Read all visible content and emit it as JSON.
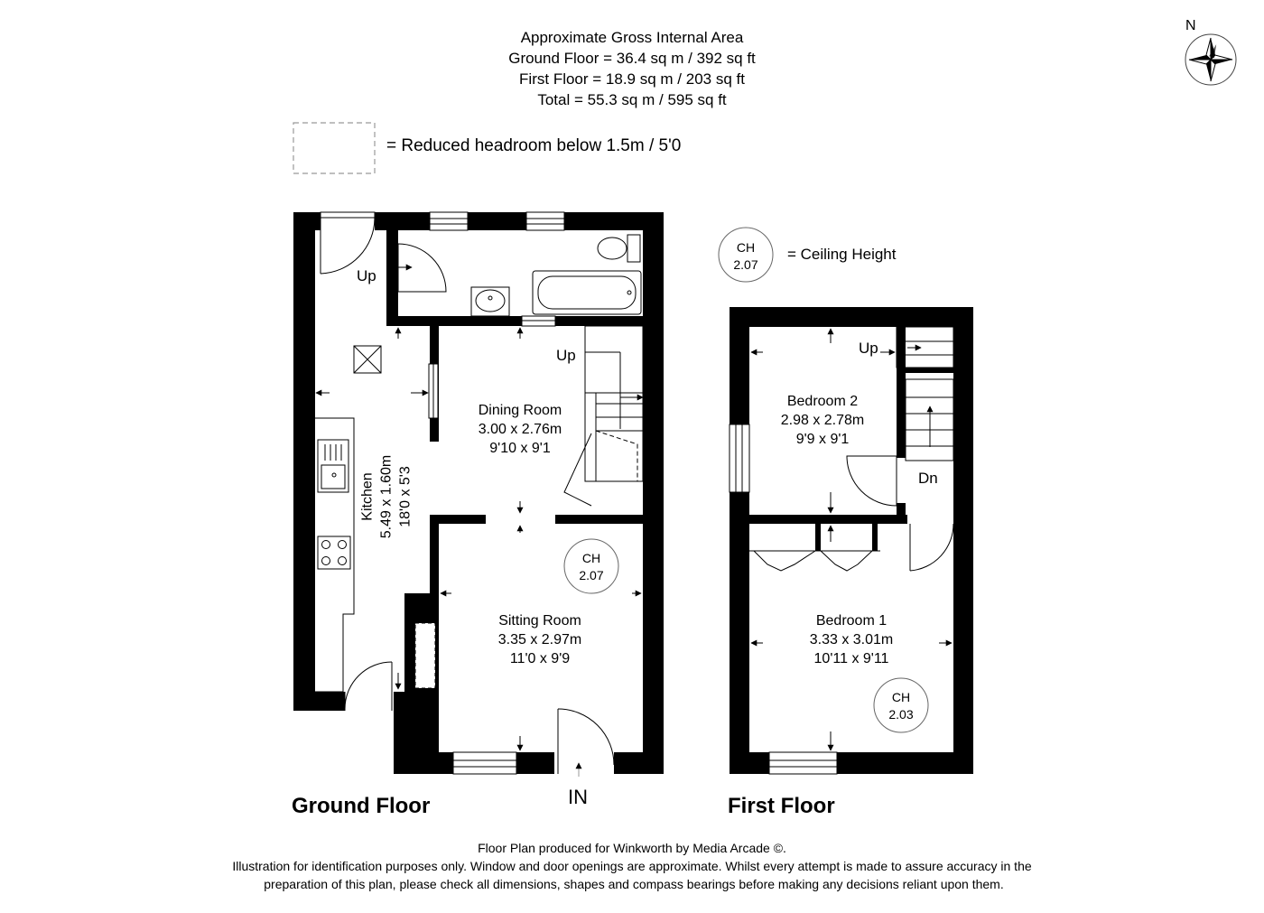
{
  "header": {
    "area_title": "Approximate Gross Internal Area",
    "ground_floor": "Ground Floor = 36.4 sq m / 392 sq ft",
    "first_floor": "First Floor = 18.9 sq m / 203 sq ft",
    "total": "Total = 55.3 sq m / 595 sq ft"
  },
  "legend": {
    "reduced_headroom": "= Reduced headroom below 1.5m / 5'0",
    "ceiling_height": "= Ceiling Height",
    "ch_symbol": "CH",
    "ch_example_value": "2.07"
  },
  "compass": {
    "north": "N"
  },
  "ground_floor": {
    "title": "Ground Floor",
    "entrance": "IN",
    "up_label_hall": "Up",
    "up_label_stairs": "Up",
    "kitchen": {
      "name": "Kitchen",
      "metric": "5.49 x 1.60m",
      "imperial": "18'0 x 5'3"
    },
    "dining_room": {
      "name": "Dining Room",
      "metric": "3.00 x 2.76m",
      "imperial": "9'10 x 9'1"
    },
    "sitting_room": {
      "name": "Sitting Room",
      "metric": "3.35 x 2.97m",
      "imperial": "11'0 x 9'9"
    },
    "ceiling_height": {
      "label": "CH",
      "value": "2.07"
    }
  },
  "first_floor": {
    "title": "First Floor",
    "up_label": "Up",
    "down_label": "Dn",
    "bedroom_2": {
      "name": "Bedroom 2",
      "metric": "2.98 x 2.78m",
      "imperial": "9'9 x 9'1"
    },
    "bedroom_1": {
      "name": "Bedroom 1",
      "metric": "3.33 x 3.01m",
      "imperial": "10'11 x 9'11"
    },
    "ceiling_height": {
      "label": "CH",
      "value": "2.03"
    }
  },
  "footer": {
    "line1": "Floor Plan produced for Winkworth by Media Arcade ©.",
    "line2": "Illustration for identification purposes only. Window and door openings are approximate. Whilst every attempt is made to assure accuracy in the",
    "line3": "preparation of this plan, please check all dimensions, shapes and compass bearings before making any decisions reliant upon them."
  }
}
